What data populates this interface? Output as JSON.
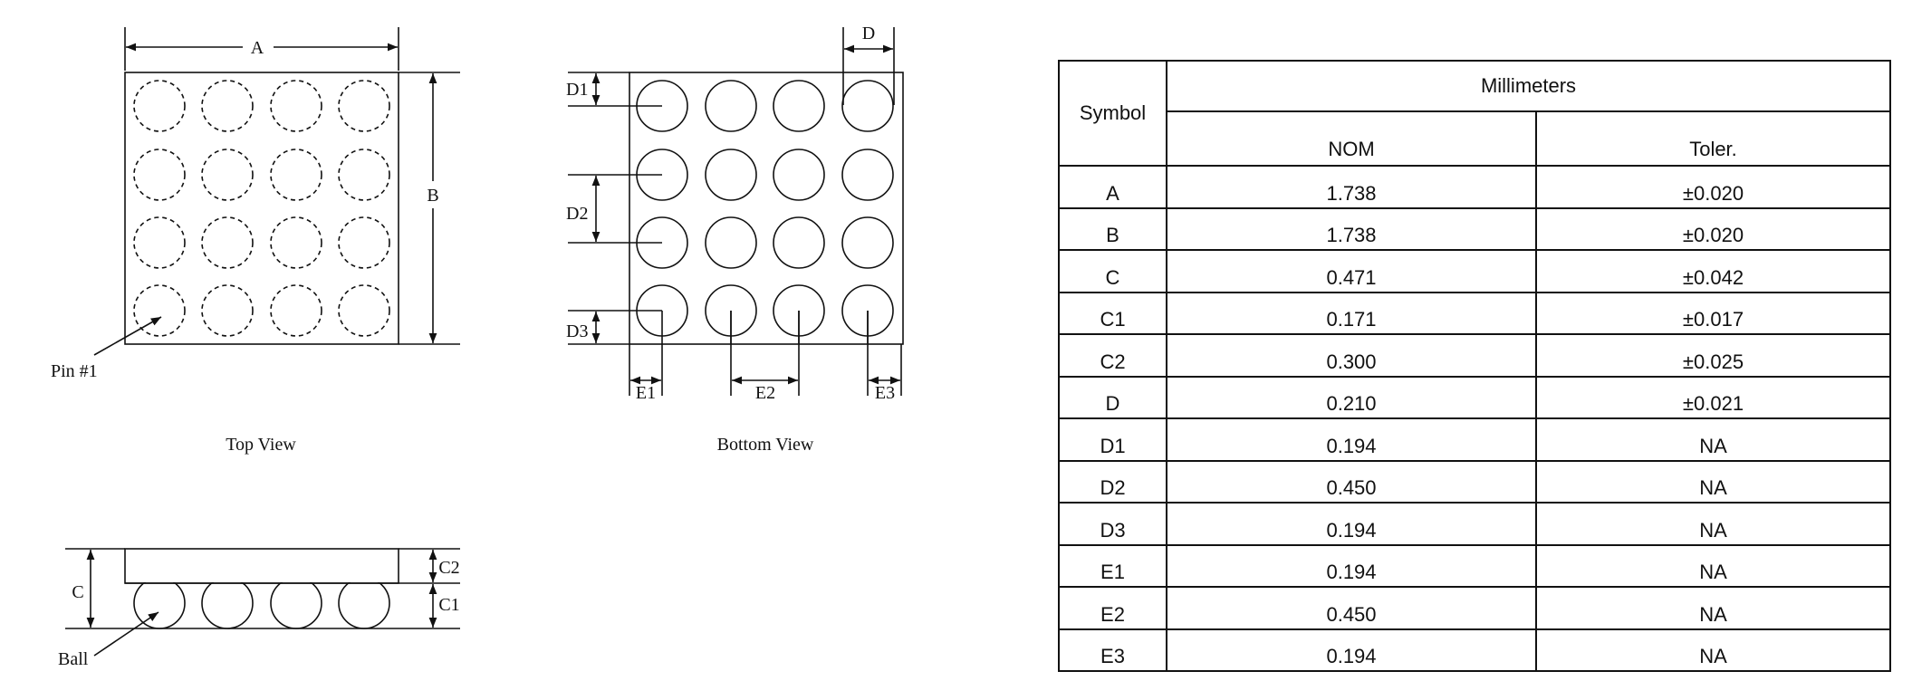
{
  "top_view": {
    "dim_a": "A",
    "dim_b": "B",
    "pin_label": "Pin #1",
    "caption": "Top View"
  },
  "bottom_view": {
    "dim_d": "D",
    "dim_d1": "D1",
    "dim_d2": "D2",
    "dim_d3": "D3",
    "dim_e1": "E1",
    "dim_e2": "E2",
    "dim_e3": "E3",
    "caption": "Bottom View"
  },
  "side_view": {
    "dim_c": "C",
    "dim_c1": "C1",
    "dim_c2": "C2",
    "ball_label": "Ball"
  },
  "table": {
    "symbol_header": "Symbol",
    "group_header": "Millimeters",
    "nom_header": "NOM",
    "tol_header": "Toler.",
    "rows": [
      {
        "symbol": "A",
        "nom": "1.738",
        "tol": "±0.020"
      },
      {
        "symbol": "B",
        "nom": "1.738",
        "tol": "±0.020"
      },
      {
        "symbol": "C",
        "nom": "0.471",
        "tol": "±0.042"
      },
      {
        "symbol": "C1",
        "nom": "0.171",
        "tol": "±0.017"
      },
      {
        "symbol": "C2",
        "nom": "0.300",
        "tol": "±0.025"
      },
      {
        "symbol": "D",
        "nom": "0.210",
        "tol": "±0.021"
      },
      {
        "symbol": "D1",
        "nom": "0.194",
        "tol": "NA"
      },
      {
        "symbol": "D2",
        "nom": "0.450",
        "tol": "NA"
      },
      {
        "symbol": "D3",
        "nom": "0.194",
        "tol": "NA"
      },
      {
        "symbol": "E1",
        "nom": "0.194",
        "tol": "NA"
      },
      {
        "symbol": "E2",
        "nom": "0.450",
        "tol": "NA"
      },
      {
        "symbol": "E3",
        "nom": "0.194",
        "tol": "NA"
      }
    ]
  }
}
